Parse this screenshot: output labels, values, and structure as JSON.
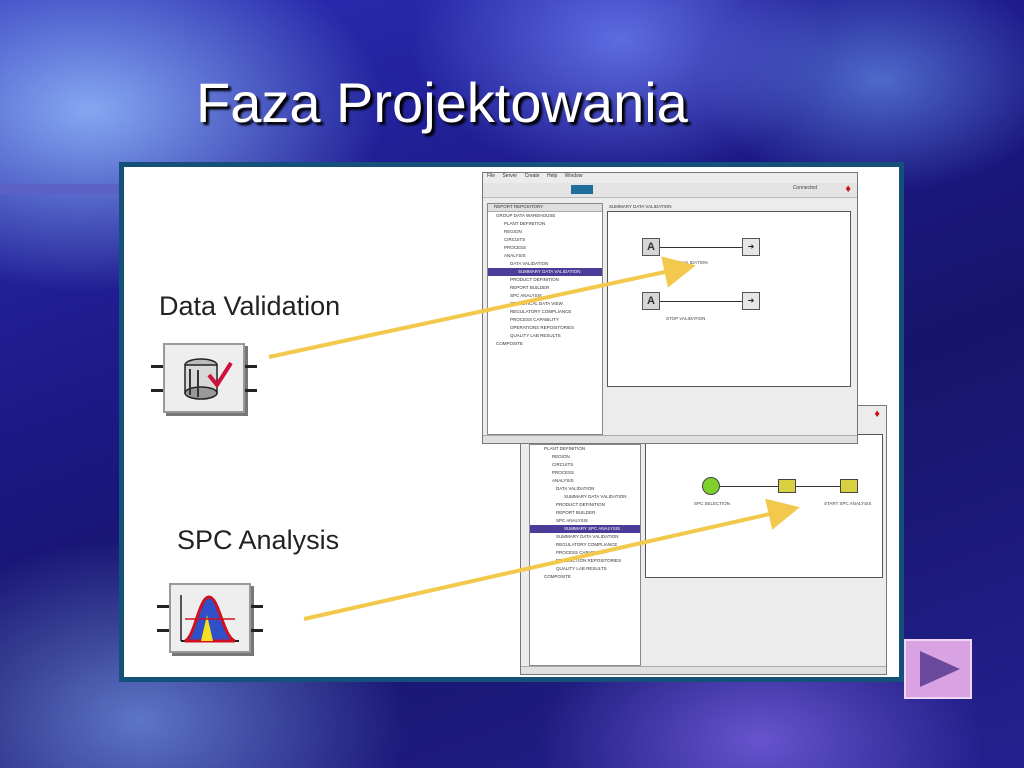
{
  "slide": {
    "title": "Faza Projektowania"
  },
  "content": {
    "labels": {
      "data_validation": "Data Validation",
      "spc_analysis": "SPC Analysis"
    }
  },
  "colors": {
    "arrow": "#f2c94c",
    "panel_border": "#15507a",
    "next_button": "#d9a2e2",
    "play_triangle": "#6b4a9e",
    "tree_selection": "#4a3c98"
  },
  "icons": {
    "data_validation": "barrel-checkmark-icon",
    "spc_analysis": "distribution-chart-icon",
    "next": "play-triangle-icon",
    "window_corner": "red-diamond-icon"
  },
  "window1": {
    "menu": [
      "File",
      "Server",
      "Create",
      "Help",
      "Window"
    ],
    "status": "Connected",
    "tree_header": "REPORT REPOSITORY",
    "tree_rows": [
      "GROUP DATA WAREHOUSE",
      "PLANT DEFINITION",
      "REGION",
      "CIRCUITS",
      "PROCESS",
      "ANALYSIS",
      "DATA VALIDATION",
      "SUMMARY DATA VALIDATION",
      "PRODUCT DEFINITION",
      "REPORT BUILDER",
      "SPC ANALYSIS",
      "STATISTICAL DATA VIEW",
      "REGULATORY COMPLIANCE",
      "PROCESS CAPABILITY",
      "OPERATIONS REPOSITORIES",
      "QUALITY LAB RESULTS",
      "COMPOSITE"
    ],
    "canvas_title": "SUMMARY DATA VALIDATION",
    "node_captions": [
      "START VALIDATION",
      "STOP VALIDATION"
    ]
  },
  "window2": {
    "tree_rows": [
      "PLANT DEFINITION",
      "REGION",
      "CIRCUITS",
      "PROCESS",
      "ANALYSIS",
      "DATA VALIDATION",
      "SUMMARY DATA VALIDATION",
      "PRODUCT DEFINITION",
      "REPORT BUILDER",
      "SPC ANALYSIS",
      "SUMMARY SPC ANALYSIS",
      "SUMMARY DATA VALIDATION",
      "REGULATORY COMPLIANCE",
      "PROCESS CAPABILITY",
      "PRODUCTION REPOSITORIES",
      "QUALITY LAB RESULTS",
      "COMPOSITE"
    ],
    "node_captions": [
      "SPC SELECTION",
      "START SPC ANALYSIS"
    ]
  }
}
